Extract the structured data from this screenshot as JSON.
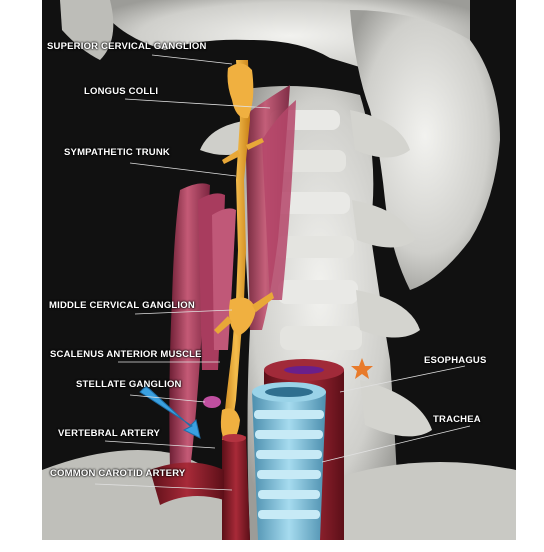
{
  "image": {
    "subject": "cervical sympathetic chain anatomy illustration",
    "colors": {
      "background": "#111111",
      "bone": "#d9d9d6",
      "nerve": "#e8a838",
      "muscle": "#a23a55",
      "artery": "#8c1f2b",
      "trachea": "#6fb3cf",
      "needle_arrow": "#3aa0e0",
      "star": "#e87a2a",
      "label_text": "#ffffff"
    }
  },
  "labels": {
    "superior_cervical_ganglion": "SUPERIOR CERVICAL GANGLION",
    "longus_colli": "LONGUS COLLI",
    "sympathetic_trunk": "SYMPATHETIC TRUNK",
    "middle_cervical_ganglion": "MIDDLE CERVICAL GANGLION",
    "scalenus_anterior_muscle": "SCALENUS ANTERIOR MUSCLE",
    "stellate_ganglion": "STELLATE GANGLION",
    "vertebral_artery": "VERTEBRAL ARTERY",
    "common_carotid_artery": "COMMON CAROTID ARTERY",
    "esophagus": "ESOPHAGUS",
    "trachea": "TRACHEA"
  },
  "markers": {
    "star_icon": "star-icon",
    "needle_arrow_icon": "arrow-icon"
  }
}
